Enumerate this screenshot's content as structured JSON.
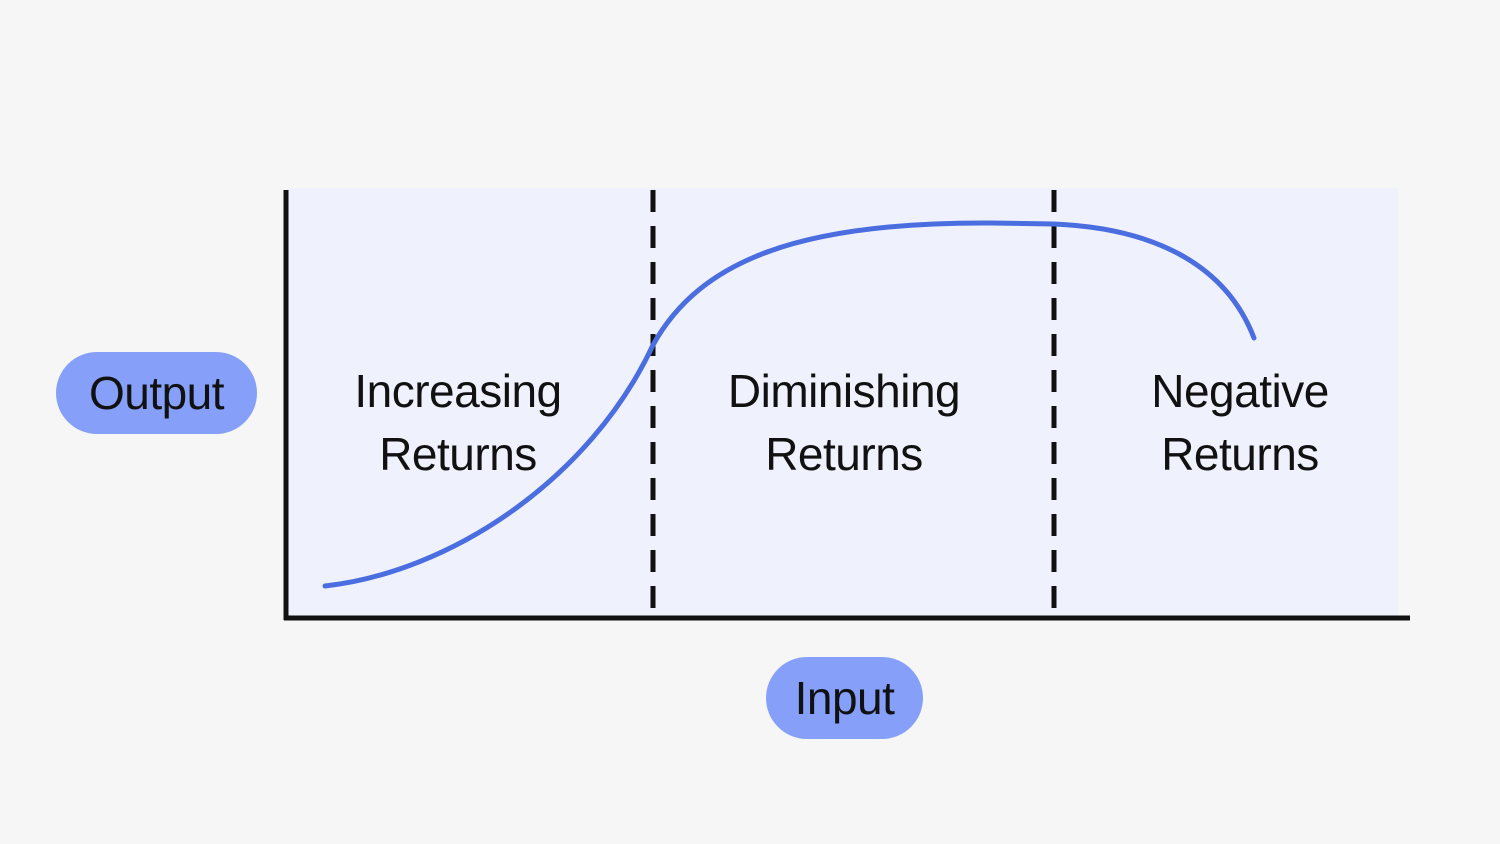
{
  "colors": {
    "background": "#f6f6f6",
    "plot_area": "#eff1fc",
    "curve": "#4a6ee0",
    "pill": "#86a0f9",
    "axis": "#111111"
  },
  "axes": {
    "y_label": "Output",
    "x_label": "Input"
  },
  "regions": [
    {
      "line1": "Increasing",
      "line2": "Returns"
    },
    {
      "line1": "Diminishing",
      "line2": "Returns"
    },
    {
      "line1": "Negative",
      "line2": "Returns"
    }
  ]
}
